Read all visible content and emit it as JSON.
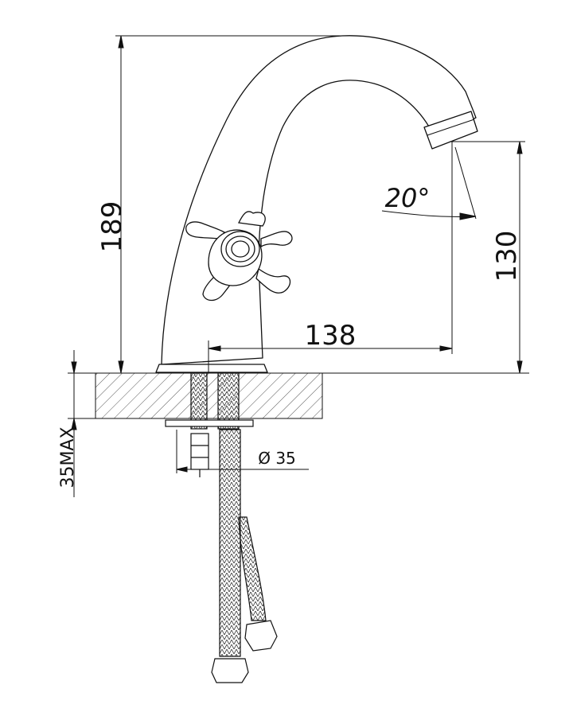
{
  "dimensions": {
    "height_total": "189",
    "spout_height": "130",
    "spout_reach": "138",
    "spout_angle": "20°",
    "max_deck_thickness": "35MAX",
    "hole_diameter": "Ø 35"
  },
  "colors": {
    "line": "#111111",
    "hatch": "#555555",
    "background": "#ffffff"
  }
}
